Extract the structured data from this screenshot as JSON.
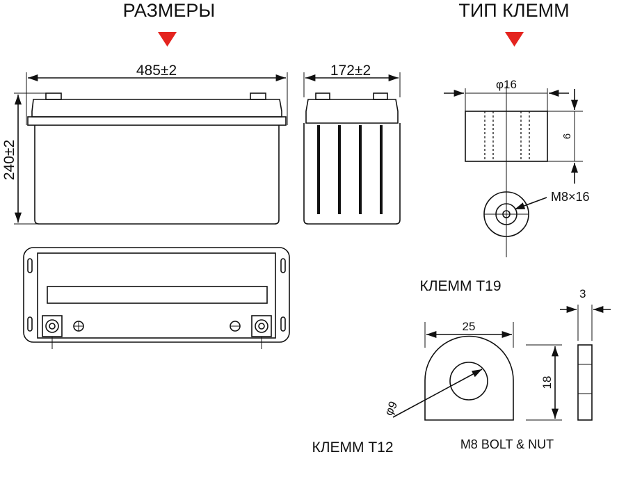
{
  "headings": {
    "sizes": "РАЗМЕРЫ",
    "terminal_type": "ТИП КЛЕММ"
  },
  "colors": {
    "marker": "#e4241f",
    "line": "#111111"
  },
  "dimensions": {
    "length": "485±2",
    "width": "172±2",
    "height": "240±2"
  },
  "terminal_t19": {
    "label": "КЛЕММ T19",
    "diameter": "φ16",
    "height": "6",
    "thread": "M8×16"
  },
  "terminal_t12": {
    "label": "КЛЕММ T12",
    "width": "25",
    "thickness": "3",
    "height": "18",
    "hole": "φ9",
    "hardware": "M8 BOLT & NUT"
  }
}
